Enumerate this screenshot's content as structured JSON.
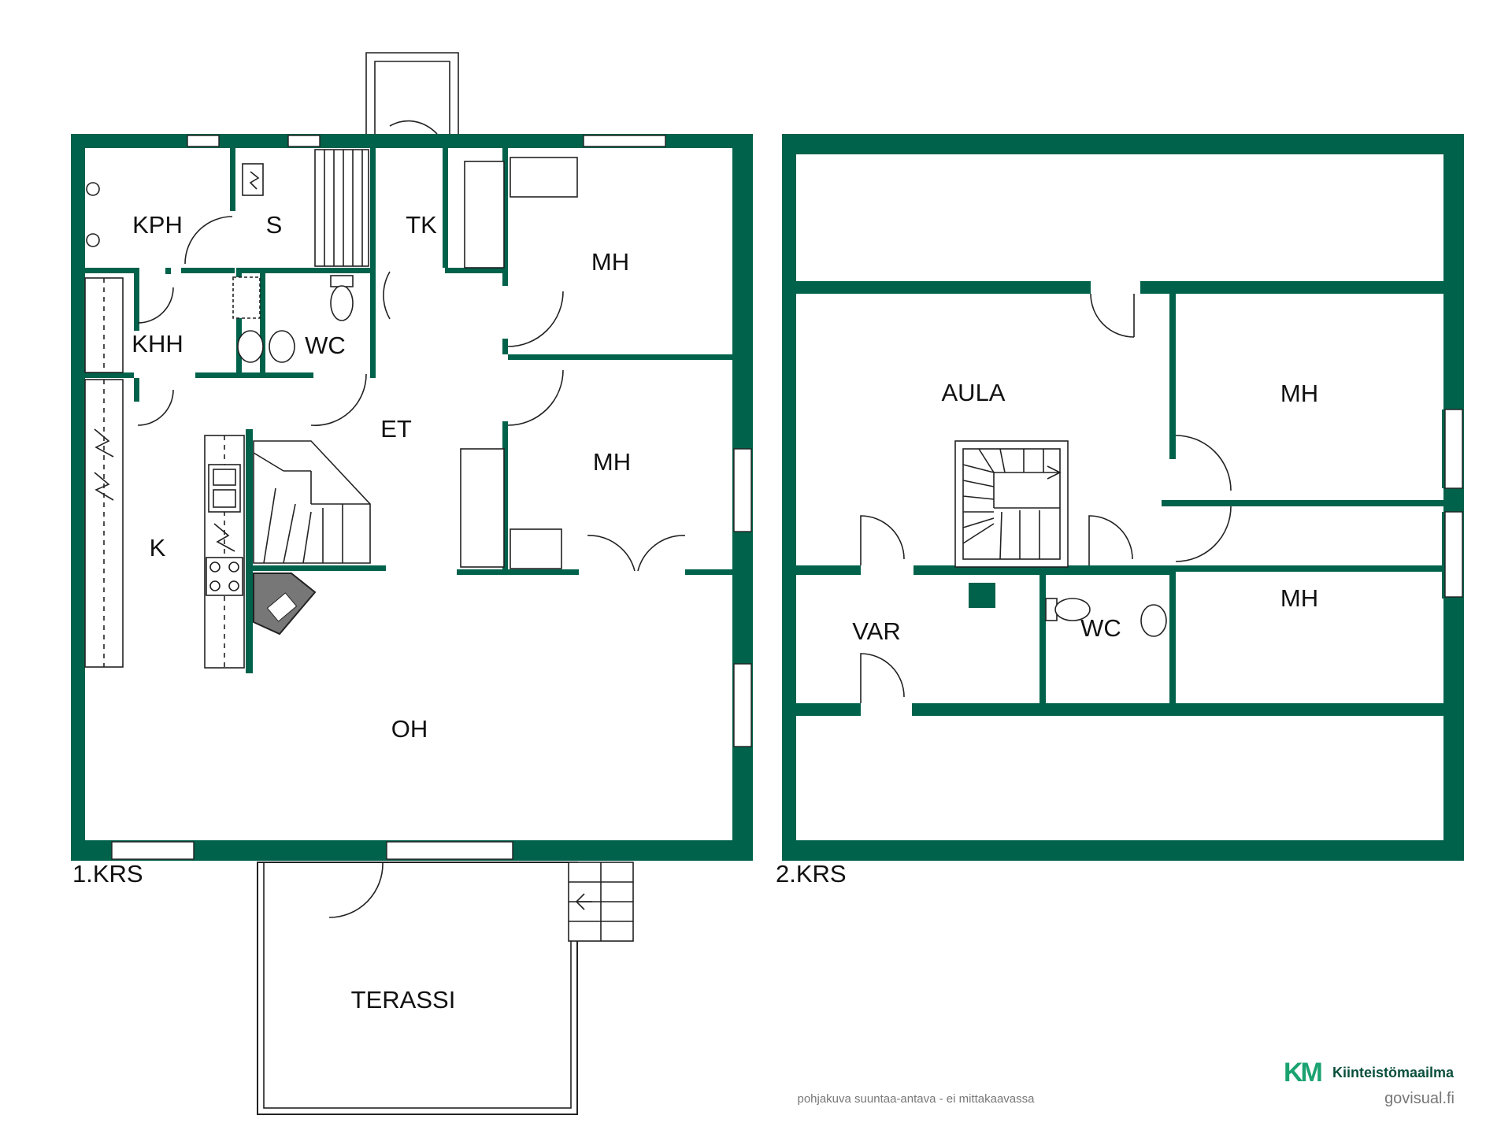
{
  "colors": {
    "wall": "#00624b",
    "brand_green": "#1aa370",
    "brand_dark": "#0a4f3c",
    "text": "#111111",
    "footer_text": "#777777"
  },
  "floors": [
    {
      "label": "1.KRS",
      "rooms": [
        "KPH",
        "S",
        "TK",
        "MH",
        "KHH",
        "WC",
        "ET",
        "MH",
        "K",
        "OH",
        "TERASSI"
      ]
    },
    {
      "label": "2.KRS",
      "rooms": [
        "AULA",
        "MH",
        "MH",
        "VAR",
        "WC"
      ]
    }
  ],
  "footer": {
    "disclaimer": "pohjakuva suuntaa-antava - ei mittakaavassa",
    "credit": "govisual.fi"
  },
  "logo": {
    "mark": "KM",
    "name": "Kiinteistömaailma"
  },
  "icons": [
    "toilet-icon",
    "sink-icon",
    "stove-icon",
    "shower-icon",
    "electric-panel-icon",
    "fireplace-icon",
    "staircase-icon"
  ]
}
